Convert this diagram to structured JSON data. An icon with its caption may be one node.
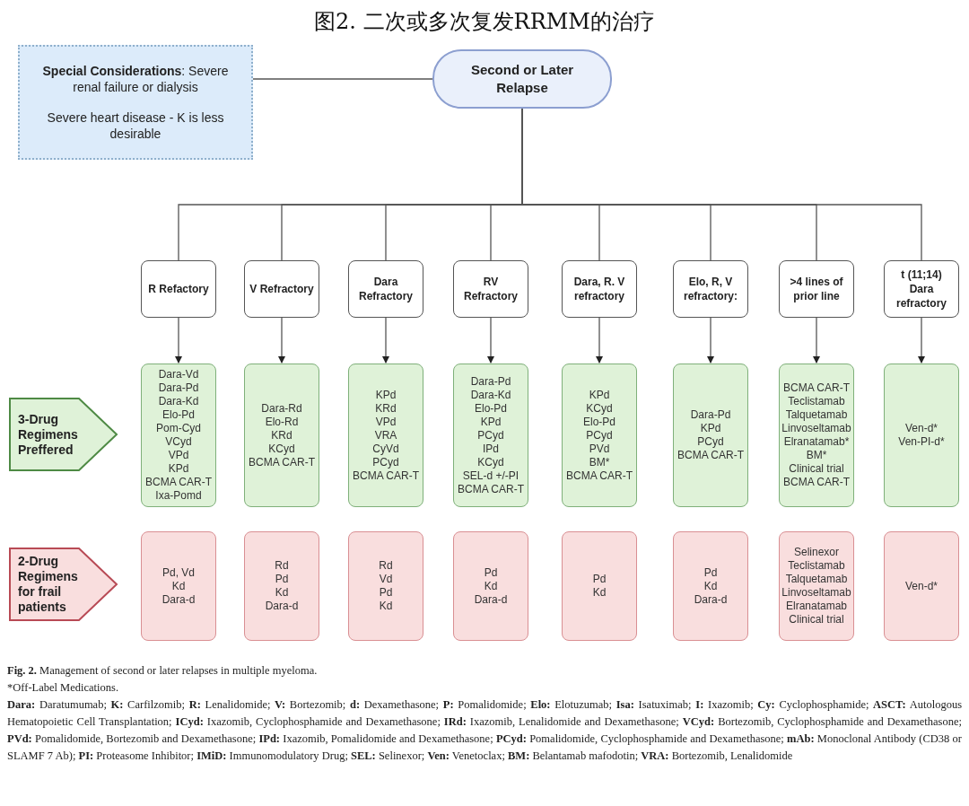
{
  "diagram": {
    "title": "图2. 二次或多次复发RRMM的治疗",
    "caption": "**Fig. 2.** Management of second or later relapses in multiple myeloma.",
    "nodes": [
      {
        "text": [
          "**Special Considerations**: Severe renal failure or dialysis",
          "Severe heart disease - K is less desirable"
        ]
      },
      {
        "text": [
          "Second or Later Relapse"
        ]
      },
      {
        "text": [
          "R Refactory"
        ]
      },
      {
        "text": [
          "V Refractory"
        ]
      },
      {
        "text": [
          "Dara Refractory"
        ]
      },
      {
        "text": [
          "RV Refractory"
        ]
      },
      {
        "text": [
          "Dara, R. V refractory"
        ]
      },
      {
        "text": [
          "Elo, R, V refractory:"
        ]
      },
      {
        "text": [
          ">4 lines of prior line"
        ]
      },
      {
        "text": [
          "t (11;14) Dara refractory"
        ]
      },
      {
        "text": [
          "3-Drug Regimens Preffered"
        ]
      },
      {
        "text": [
          "Dara-Vd",
          "Dara-Pd",
          "Dara-Kd",
          "Elo-Pd",
          "Pom-Cyd",
          "VCyd",
          "VPd",
          "KPd",
          "BCMA CAR-T",
          "Ixa-Pomd"
        ]
      },
      {
        "text": [
          "Dara-Rd",
          "Elo-Rd",
          "KRd",
          "KCyd",
          "BCMA CAR-T"
        ]
      },
      {
        "text": [
          "KPd",
          "KRd",
          "VPd",
          "VRA",
          "CyVd",
          "PCyd",
          "BCMA CAR-T"
        ]
      },
      {
        "text": [
          "Dara-Pd",
          "Dara-Kd",
          "Elo-Pd",
          "KPd",
          "PCyd",
          "IPd",
          "KCyd",
          "SEL-d +/-PI",
          "BCMA CAR-T"
        ]
      },
      {
        "text": [
          "KPd",
          "KCyd",
          "Elo-Pd",
          "PCyd",
          "PVd",
          "BM*",
          "BCMA CAR-T"
        ]
      },
      {
        "text": [
          "Dara-Pd",
          "KPd",
          "PCyd",
          "BCMA CAR-T"
        ]
      },
      {
        "text": [
          "BCMA CAR-T",
          "Teclistamab",
          "Talquetamab",
          "Linvoseltamab",
          "Elranatamab*",
          "BM*",
          "Clinical trial",
          "BCMA CAR-T"
        ]
      },
      {
        "text": [
          "Ven-d*",
          "Ven-PI-d*"
        ]
      },
      {
        "text": [
          "2-Drug Regimens for frail patients"
        ]
      },
      {
        "text": [
          "Pd, Vd",
          "Kd",
          "Dara-d"
        ]
      },
      {
        "text": [
          "Rd",
          "Pd",
          "Kd",
          "Dara-d"
        ]
      },
      {
        "text": [
          "Rd",
          "Vd",
          "Pd",
          "Kd"
        ]
      },
      {
        "text": [
          "Pd",
          "Kd",
          "Dara-d"
        ]
      },
      {
        "text": [
          "Pd",
          "Kd"
        ]
      },
      {
        "text": [
          "Pd",
          "Kd",
          "Dara-d"
        ]
      },
      {
        "text": [
          "Selinexor",
          "Teclistamab",
          "Talquetamab",
          "Linvoseltamab",
          "Elranatamab",
          "Clinical trial"
        ]
      },
      {
        "text": [
          "Ven-d*"
        ]
      }
    ],
    "edges": [
      {
        "from": 0,
        "to": 1,
        "arrow": "none"
      },
      {
        "from": 1,
        "to": 2,
        "arrow": "none"
      },
      {
        "from": 1,
        "to": 3,
        "arrow": "none"
      },
      {
        "from": 1,
        "to": 4,
        "arrow": "none"
      },
      {
        "from": 1,
        "to": 5,
        "arrow": "none"
      },
      {
        "from": 1,
        "to": 6,
        "arrow": "none"
      },
      {
        "from": 1,
        "to": 7,
        "arrow": "none"
      },
      {
        "from": 1,
        "to": 8,
        "arrow": "none"
      },
      {
        "from": 1,
        "to": 9,
        "arrow": "none"
      },
      {
        "from": 2,
        "to": 11,
        "arrow": "to"
      },
      {
        "from": 3,
        "to": 12,
        "arrow": "to"
      },
      {
        "from": 4,
        "to": 13,
        "arrow": "to"
      },
      {
        "from": 5,
        "to": 14,
        "arrow": "to"
      },
      {
        "from": 6,
        "to": 15,
        "arrow": "to"
      },
      {
        "from": 7,
        "to": 16,
        "arrow": "to"
      },
      {
        "from": 8,
        "to": 17,
        "arrow": "to"
      },
      {
        "from": 9,
        "to": 18,
        "arrow": "to"
      }
    ],
    "labels": [
      "*Off-Label Medications.",
      "**Dara:** Daratumumab; **K:** Carfilzomib; **R:** Lenalidomide; **V:** Bortezomib; **d:** Dexamethasone; **P:** Pomalidomide; **Elo:** Elotuzumab; **Isa:** Isatuximab; **I:** Ixazomib; **Cy:** Cyclophosphamide; **ASCT:** Autologous Hematopoietic Cell Transplantation; **ICyd:** Ixazomib, Cyclophosphamide and Dexamethasone; **IRd:** Ixazomib, Lenalidomide and Dexamethasone; **VCyd:** Bortezomib, Cyclophosphamide and Dexamethasone; **PVd:** Pomalidomide, Bortezomib and Dexamethasone; **IPd:** Ixazomib, Pomalidomide and Dexamethasone; **PCyd:** Pomalidomide, Cyclophosphamide and Dexamethasone; **mAb:** Monoclonal Antibody (CD38 or SLAMF 7 Ab); **PI:** Proteasome Inhibitor; **IMiD:** Immunomodulatory Drug; **SEL:** Selinexor; **Ven:** Venetoclax; **BM:** Belantamab mafodotin; **VRA:** Bortezomib, Lenalidomide"
    ]
  }
}
